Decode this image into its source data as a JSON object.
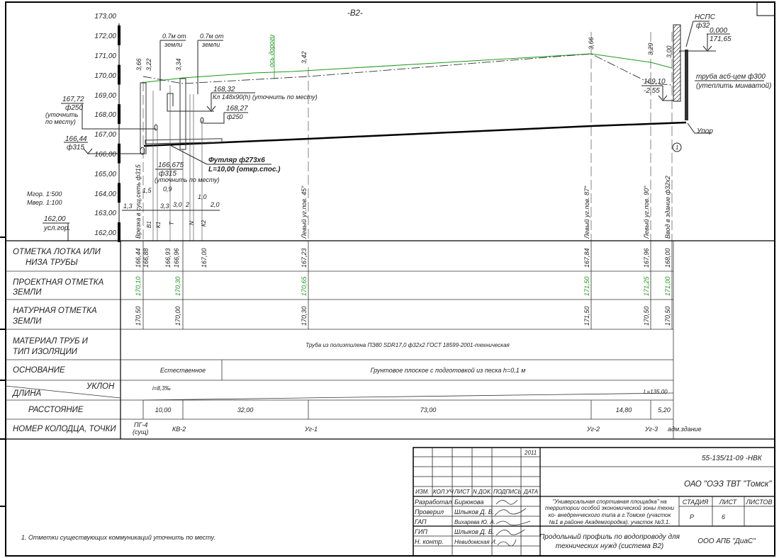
{
  "sheet_mark": "-B2-",
  "scale": {
    "h": "Мгор. 1:500",
    "v": "Мвер. 1:100"
  },
  "datum": {
    "value": "162,00",
    "label": "усл.гор."
  },
  "elevations": [
    "173,00",
    "172,00",
    "171,00",
    "170,00",
    "169,00",
    "168,00",
    "167,00",
    "166,00",
    "165,00",
    "164,00",
    "163,00",
    "162,00"
  ],
  "callouts": {
    "c1_value": "167,72",
    "c1_dia": "ф250",
    "c1_note1": "(уточнить",
    "c1_note2": "по месту)",
    "c2_value": "166,44",
    "c2_dia": "ф315",
    "c3_value": "166,675",
    "c3_dia": "ф315",
    "c3_note": "(уточнить по месту)",
    "c4_value": "168,32",
    "c4_note": "Кл 148x90(h) (уточнить по месту)",
    "c5_value": "168,27",
    "c5_dia": "ф250",
    "case1": "Футляр ф273x6",
    "case2": "L=10,00 (откр.спос.)",
    "depth_a1": "0.7м от",
    "depth_a2": "земли",
    "depth_b1": "0.7м от",
    "depth_b2": "земли",
    "road_axis": "ось дороги",
    "nsps1": "НСПС",
    "nsps2": "ф32",
    "top1": "0,000",
    "top2": "171,65",
    "pipe1": "труба асб-цем ф300",
    "pipe2": "(утеплить минватой)",
    "mark1": "169,10",
    "mark2": "-2,55",
    "stop": "Упор",
    "node": "1"
  },
  "depths": [
    "3,66",
    "3,22",
    "3,34",
    "3,42",
    "3,66",
    "3,29",
    "3,00"
  ],
  "dims": [
    "1,3",
    "1,5",
    "0,9",
    "3,3",
    "3,0",
    "2",
    "1,0",
    "2,0"
  ],
  "utilities": [
    "В1",
    "К1",
    "Т",
    "N",
    "К2"
  ],
  "vertical_labels": [
    "Врезка в сущ.сеть ф315",
    "Левый уг.пов. 45°",
    "Левый уг.пов. 87°",
    "Левый уг.пов. 90°",
    "Ввод в здание ф32x2"
  ],
  "table": {
    "labels": {
      "r1a": "ОТМЕТКА ЛОТКА ИЛИ",
      "r1b": "НИЗА ТРУБЫ",
      "r2a": "ПРОЕКТНАЯ ОТМЕТКА",
      "r2b": "ЗЕМЛИ",
      "r3a": "НАТУРНАЯ ОТМЕТКА",
      "r3b": "ЗЕМЛИ",
      "r4a": "МАТЕРИАЛ ТРУБ И",
      "r4b": "ТИП ИЗОЛЯЦИИ",
      "r5": "ОСНОВАНИЕ",
      "r6a": "УКЛОН",
      "r6b": "ДЛИНА",
      "r7": "РАССТОЯНИЕ",
      "r8": "НОМЕР КОЛОДЦА, ТОЧКИ"
    },
    "invert": [
      "166,44",
      "166,88",
      "166,93",
      "166,96",
      "167,00",
      "167,23",
      "167,84",
      "167,96",
      "168,00"
    ],
    "design_ground": [
      "170,10",
      "170,30",
      "170,65",
      "171,50",
      "171,25",
      "171,00"
    ],
    "natural_ground": [
      "170,50",
      "170,00",
      "170,30",
      "171,50",
      "170,50",
      "170,50"
    ],
    "material": "Труба из полиэтилена ПЭ80 SDR17,0 ф32x2 ГОСТ 18599-2001-техническая",
    "base": [
      "Естественное",
      "Грунтовое плоское с подготовкой из песка h=0,1 м"
    ],
    "slope": "i=8,3‰",
    "length": "L=135,00",
    "distances": [
      "10,00",
      "32,00",
      "73,00",
      "14,80",
      "5,20"
    ],
    "points": [
      "ПГ-4",
      "(сущ)",
      "КВ-2",
      "Уг-1",
      "Уг-2",
      "Уг-3",
      "адм.здание"
    ]
  },
  "note": "1. Отметки существующих коммуникаций уточнить по месту.",
  "title_block": {
    "year": "2011",
    "doc_no": "55-135/11-09  -НВК",
    "company": "ОАО \"ОЭЗ ТВТ \"Томск\"",
    "headers": [
      "ИЗМ.",
      "КОЛ.УЧ",
      "ЛИСТ",
      "N ДОК.",
      "ПОДПИСЬ",
      "ДАТА"
    ],
    "roles": [
      "Разработал",
      "Проверил",
      "ГАП",
      "ГИП",
      "Н. контр."
    ],
    "names": [
      "Бирюкова",
      "Шлыков Д. В.",
      "Вихарева Ю. А.",
      "Шлыков Д. В.",
      "Невидомская И."
    ],
    "project": [
      "\"Универсальная спортивная площадка\" на",
      "территории особой экономической зоны техни",
      "ко- внедренческого типа в г.Томске (участок",
      "№1 в районе Академгородка), участок №3.1."
    ],
    "stage_h": "СТАДИЯ",
    "sheet_h": "ЛИСТ",
    "sheets_h": "ЛИСТОВ",
    "stage": "Р",
    "sheet": "6",
    "drawing": [
      "Продольный профиль по водопроводу для",
      "технических нужд (система В2)"
    ],
    "designer": "ООО АПБ \"ДиаС\""
  },
  "colors": {
    "design_ground": "#1a9a1a",
    "line": "#222222"
  }
}
